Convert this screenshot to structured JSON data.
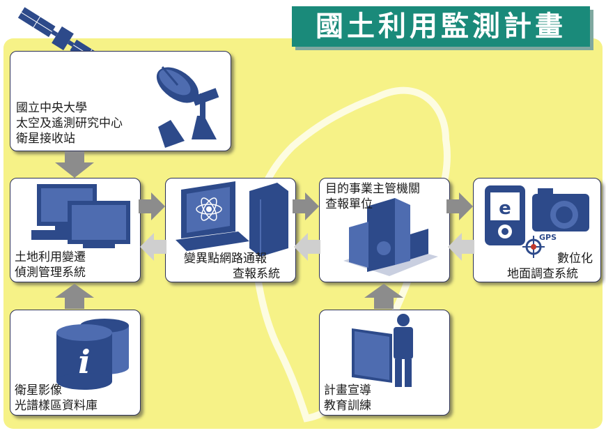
{
  "title": "國土利用監測計畫",
  "colors": {
    "background": "#f6f287",
    "title_bg": "#1a8a7a",
    "icon_blue": "#2d4a8a",
    "arrow_gray": "#8c8c8c",
    "arrow_light": "#cfcfcf"
  },
  "nodes": {
    "satellite_station": {
      "lines": [
        "國立中央大學",
        "太空及遙測研究中心",
        "衛星接收站"
      ],
      "icons": [
        "satellite-icon",
        "satellite-dish-icon"
      ]
    },
    "land_use_system": {
      "lines": [
        "土地利用變遷",
        "偵測管理系統"
      ],
      "icon": "computer-icon"
    },
    "change_point_system": {
      "lines": [
        "變異點網路通報",
        "查報系統"
      ],
      "icon": "workstation-icon"
    },
    "agency": {
      "lines": [
        "目的事業主管機關",
        "查報單位"
      ],
      "icon": "building-icon"
    },
    "digital_survey": {
      "lines": [
        "數位化",
        "地面調查系統"
      ],
      "icons": [
        "pda-icon",
        "camera-icon",
        "gps-icon"
      ],
      "gps_text": "GPS"
    },
    "image_database": {
      "lines": [
        "衛星影像",
        "光譜樣區資料庫"
      ],
      "icon": "database-icon",
      "glyph": "i"
    },
    "education": {
      "lines": [
        "計畫宣導",
        "教育訓練"
      ],
      "icon": "person-document-icon"
    }
  }
}
